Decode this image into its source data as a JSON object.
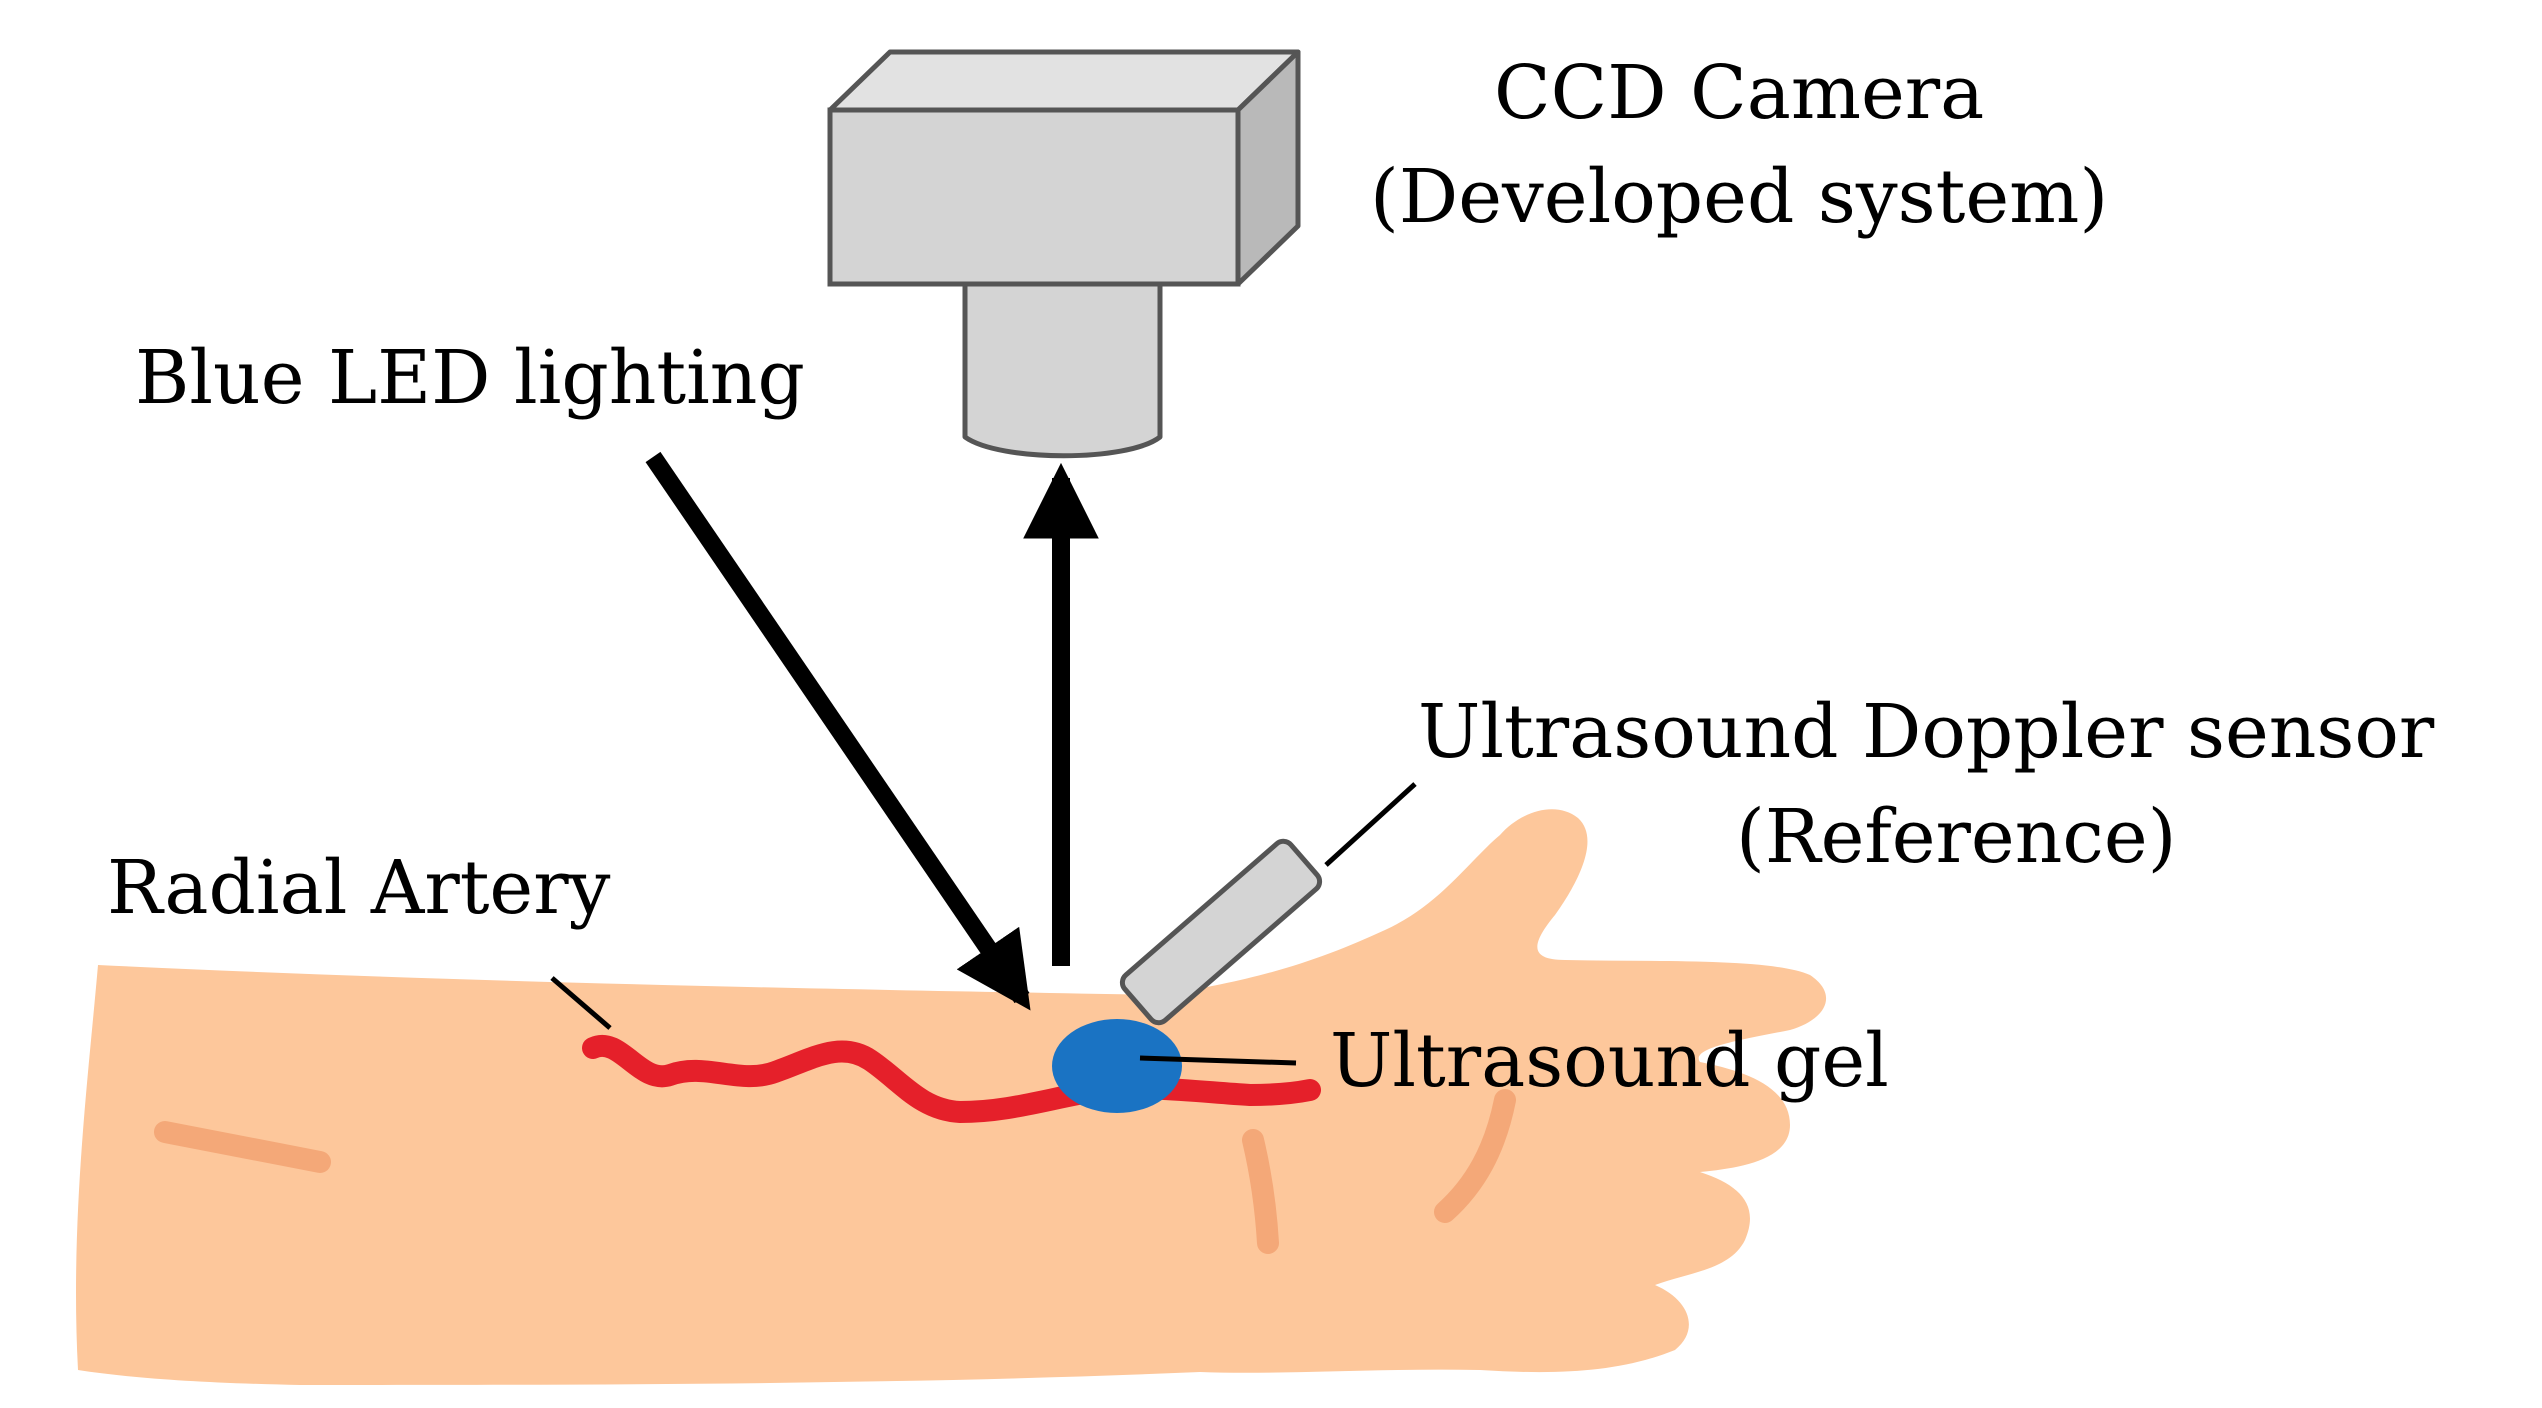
{
  "labels": {
    "camera_line1": "CCD Camera",
    "camera_line2": "(Developed system)",
    "led": "Blue LED lighting",
    "sensor_line1": "Ultrasound Doppler sensor",
    "sensor_line2": "(Reference)",
    "artery": "Radial Artery",
    "gel": "Ultrasound gel"
  },
  "colors": {
    "skin": "#FDC79B",
    "skin_crease": "#F4A878",
    "artery": "#E5202A",
    "gel": "#1A73C3",
    "device_fill": "#D4D4D4",
    "device_side": "#B9B9B9",
    "device_stroke": "#555555",
    "arrow": "#000000"
  },
  "icons": {
    "camera": "ccd-camera-icon",
    "sensor": "ultrasound-probe-icon",
    "arm": "forearm-hand-icon"
  }
}
